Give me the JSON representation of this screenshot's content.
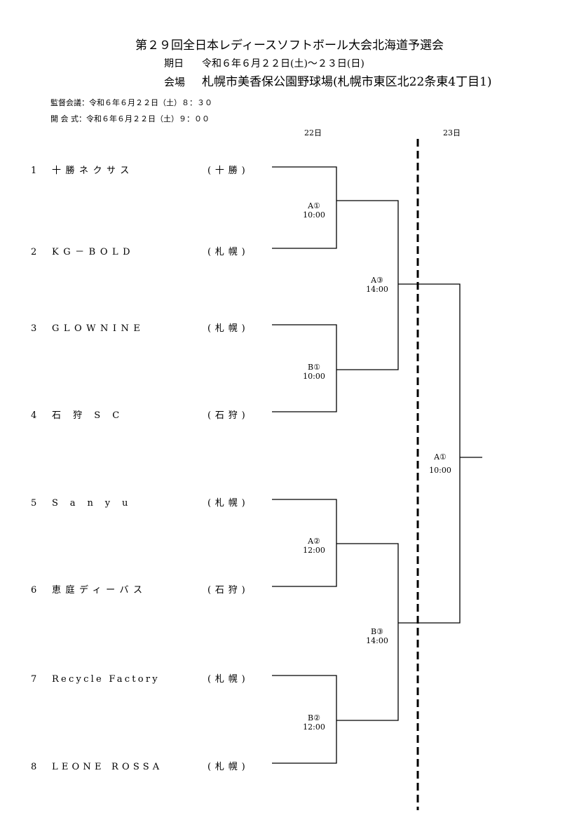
{
  "header": {
    "title": "第２９回全日本レディースソフトボール大会北海道予選会",
    "date_label": "期日",
    "date_value": "令和６年６月２２日(土)～２３日(日)",
    "venue_label": "会場",
    "venue_value": "札幌市美香保公園野球場(札幌市東区北22条東4丁目1)",
    "meeting": "監督会議：令和６年６月２２日（土）８：３０",
    "opening": "開 会 式：令和６年６月２２日（土）９：００"
  },
  "days": {
    "day1": "22日",
    "day2": "23日"
  },
  "teams": [
    {
      "num": "1",
      "name": "十勝ネクサス",
      "region": "(十勝)"
    },
    {
      "num": "2",
      "name": "KG－BOLD",
      "region": "(札幌)"
    },
    {
      "num": "3",
      "name": "GLOWNINE",
      "region": "(札幌)"
    },
    {
      "num": "4",
      "name": "石 狩 S C",
      "region": "(石狩)"
    },
    {
      "num": "5",
      "name": "Sanyu",
      "region": "(札幌)"
    },
    {
      "num": "6",
      "name": "恵庭ディーバス",
      "region": "(石狩)"
    },
    {
      "num": "7",
      "name": "Recycle Factory",
      "region": "(札幌)"
    },
    {
      "num": "8",
      "name": "LEONE ROSSA",
      "region": "(札幌)"
    }
  ],
  "matches": [
    {
      "code": "A①",
      "time": "10:00"
    },
    {
      "code": "B①",
      "time": "10:00"
    },
    {
      "code": "A②",
      "time": "12:00"
    },
    {
      "code": "B②",
      "time": "12:00"
    },
    {
      "code": "A③",
      "time": "14:00"
    },
    {
      "code": "B③",
      "time": "14:00"
    },
    {
      "code": "A①",
      "time": "10:00"
    }
  ]
}
